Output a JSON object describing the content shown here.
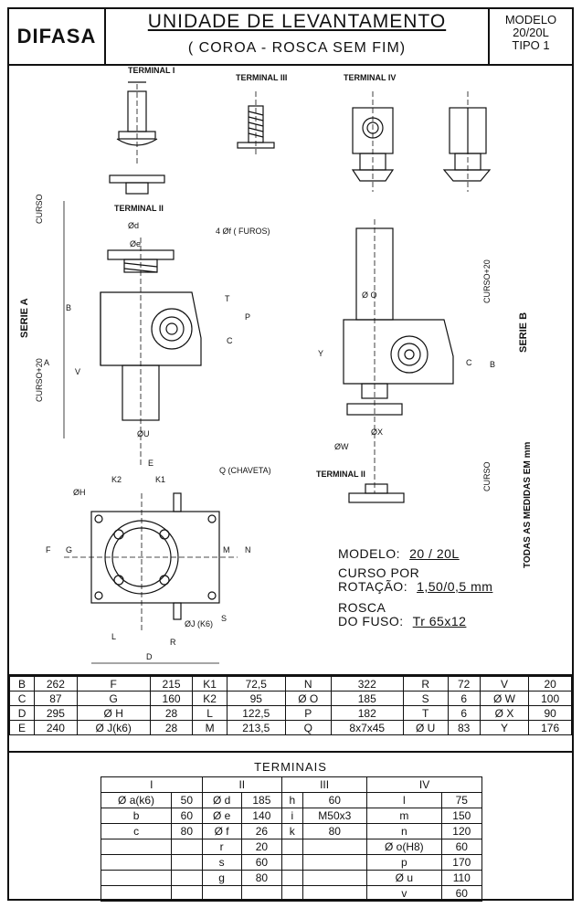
{
  "header": {
    "brand": "DIFASA",
    "title": "UNIDADE DE LEVANTAMENTO",
    "subtitle": "( COROA - ROSCA SEM FIM)",
    "model_line1": "MODELO",
    "model_line2": "20/20L",
    "model_line3": "TIPO 1"
  },
  "drawing_labels": {
    "terminal_1": "TERMINAL I",
    "terminal_2": "TERMINAL II",
    "terminal_3": "TERMINAL III",
    "terminal_4": "TERMINAL IV",
    "terminal_2b": "TERMINAL II",
    "serie_a": "SERIE A",
    "serie_b": "SERIE B",
    "curso": "CURSO",
    "curso_b": "CURSO",
    "curso_a": "CURSO+20",
    "curso_b2": "CURSO+20",
    "furos": "4  Øf ( FUROS)",
    "chaveta": "Q (CHAVETA)",
    "j_k6": "ØJ (K6)",
    "d_e": "Ød",
    "d_e2": "Øe",
    "d_u": "ØU",
    "d_o": "Ø O",
    "d_w": "ØW",
    "d_x": "ØX",
    "d_h": "ØH",
    "letters": {
      "E": "E",
      "K2": "K2",
      "K1": "K1",
      "F": "F",
      "G": "G",
      "M": "M",
      "N": "N",
      "L": "L",
      "R": "R",
      "D": "D",
      "S": "S",
      "A": "A",
      "B": "B",
      "C": "C",
      "V": "V",
      "T": "T",
      "P": "P",
      "Y": "Y",
      "Q": "Q"
    }
  },
  "spec": {
    "modelo_label": "MODELO:",
    "modelo_value": "20 / 20L",
    "curso_label1": "CURSO POR",
    "curso_label2": "ROTAÇÃO:",
    "curso_value": "1,50/0,5 mm",
    "rosca_label1": "ROSCA",
    "rosca_label2": "DO FUSO:",
    "rosca_value": "Tr 65x12"
  },
  "side_note": "TODAS AS MEDIDAS EM mm",
  "dimensions": [
    [
      "B",
      "262",
      "F",
      "215",
      "K1",
      "72,5",
      "N",
      "322",
      "R",
      "72",
      "V",
      "20"
    ],
    [
      "C",
      "87",
      "G",
      "160",
      "K2",
      "95",
      "Ø O",
      "185",
      "S",
      "6",
      "Ø W",
      "100"
    ],
    [
      "D",
      "295",
      "Ø H",
      "28",
      "L",
      "122,5",
      "P",
      "182",
      "T",
      "6",
      "Ø X",
      "90"
    ],
    [
      "E",
      "240",
      "Ø J(k6)",
      "28",
      "M",
      "213,5",
      "Q",
      "8x7x45",
      "Ø U",
      "83",
      "Y",
      "176"
    ]
  ],
  "terminais": {
    "title": "TERMINAIS",
    "headers": [
      "I",
      "II",
      "III",
      "IV"
    ],
    "rows": [
      [
        "Ø a(k6)",
        "50",
        "Ø d",
        "185",
        "h",
        "60",
        "l",
        "75"
      ],
      [
        "b",
        "60",
        "Ø e",
        "140",
        "i",
        "M50x3",
        "m",
        "150"
      ],
      [
        "c",
        "80",
        "Ø f",
        "26",
        "k",
        "80",
        "n",
        "120"
      ],
      [
        "",
        "",
        "r",
        "20",
        "",
        "",
        "Ø o(H8)",
        "60"
      ],
      [
        "",
        "",
        "s",
        "60",
        "",
        "",
        "p",
        "170"
      ],
      [
        "",
        "",
        "g",
        "80",
        "",
        "",
        "Ø u",
        "110"
      ],
      [
        "",
        "",
        "",
        "",
        "",
        "",
        "v",
        "60"
      ]
    ]
  }
}
